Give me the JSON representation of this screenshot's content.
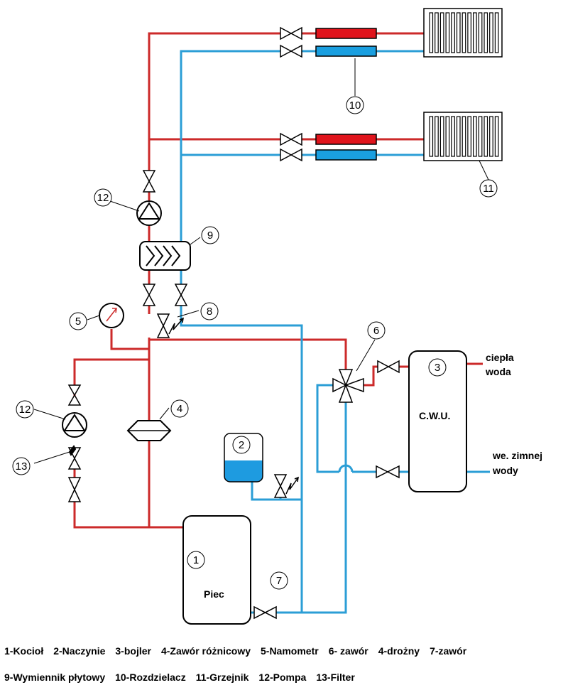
{
  "colors": {
    "supply": "#cc2a2a",
    "return": "#2b9ed6",
    "water": "#1e9be0",
    "radiator_red": "#e0141c",
    "radiator_blue": "#1a9fe0",
    "outline": "#000000"
  },
  "labels": {
    "n1": "1",
    "n2": "2",
    "n3": "3",
    "n4": "4",
    "n5": "5",
    "n6": "6",
    "n7": "7",
    "n8": "8",
    "n9": "9",
    "n10": "10",
    "n11": "11",
    "n12a": "12",
    "n12b": "12",
    "n13": "13",
    "piec": "Piec",
    "cwu": "C.W.U.",
    "hot_water_line1": "ciepła",
    "hot_water_line2": "woda",
    "cold_water_line1": "we. zimnej",
    "cold_water_line2": "wody"
  },
  "legend": {
    "row1": [
      "1-Kocioł",
      "2-Naczynie",
      "3-bojler",
      "4-Zawór różnicowy",
      "5-Namometr",
      "6- zawór",
      "4-drożny",
      "7-zawór"
    ],
    "row2": [
      "9-Wymiennik płytowy",
      "10-Rozdzielacz",
      "11-Grzejnik",
      "12-Pompa",
      "13-Filter"
    ]
  }
}
